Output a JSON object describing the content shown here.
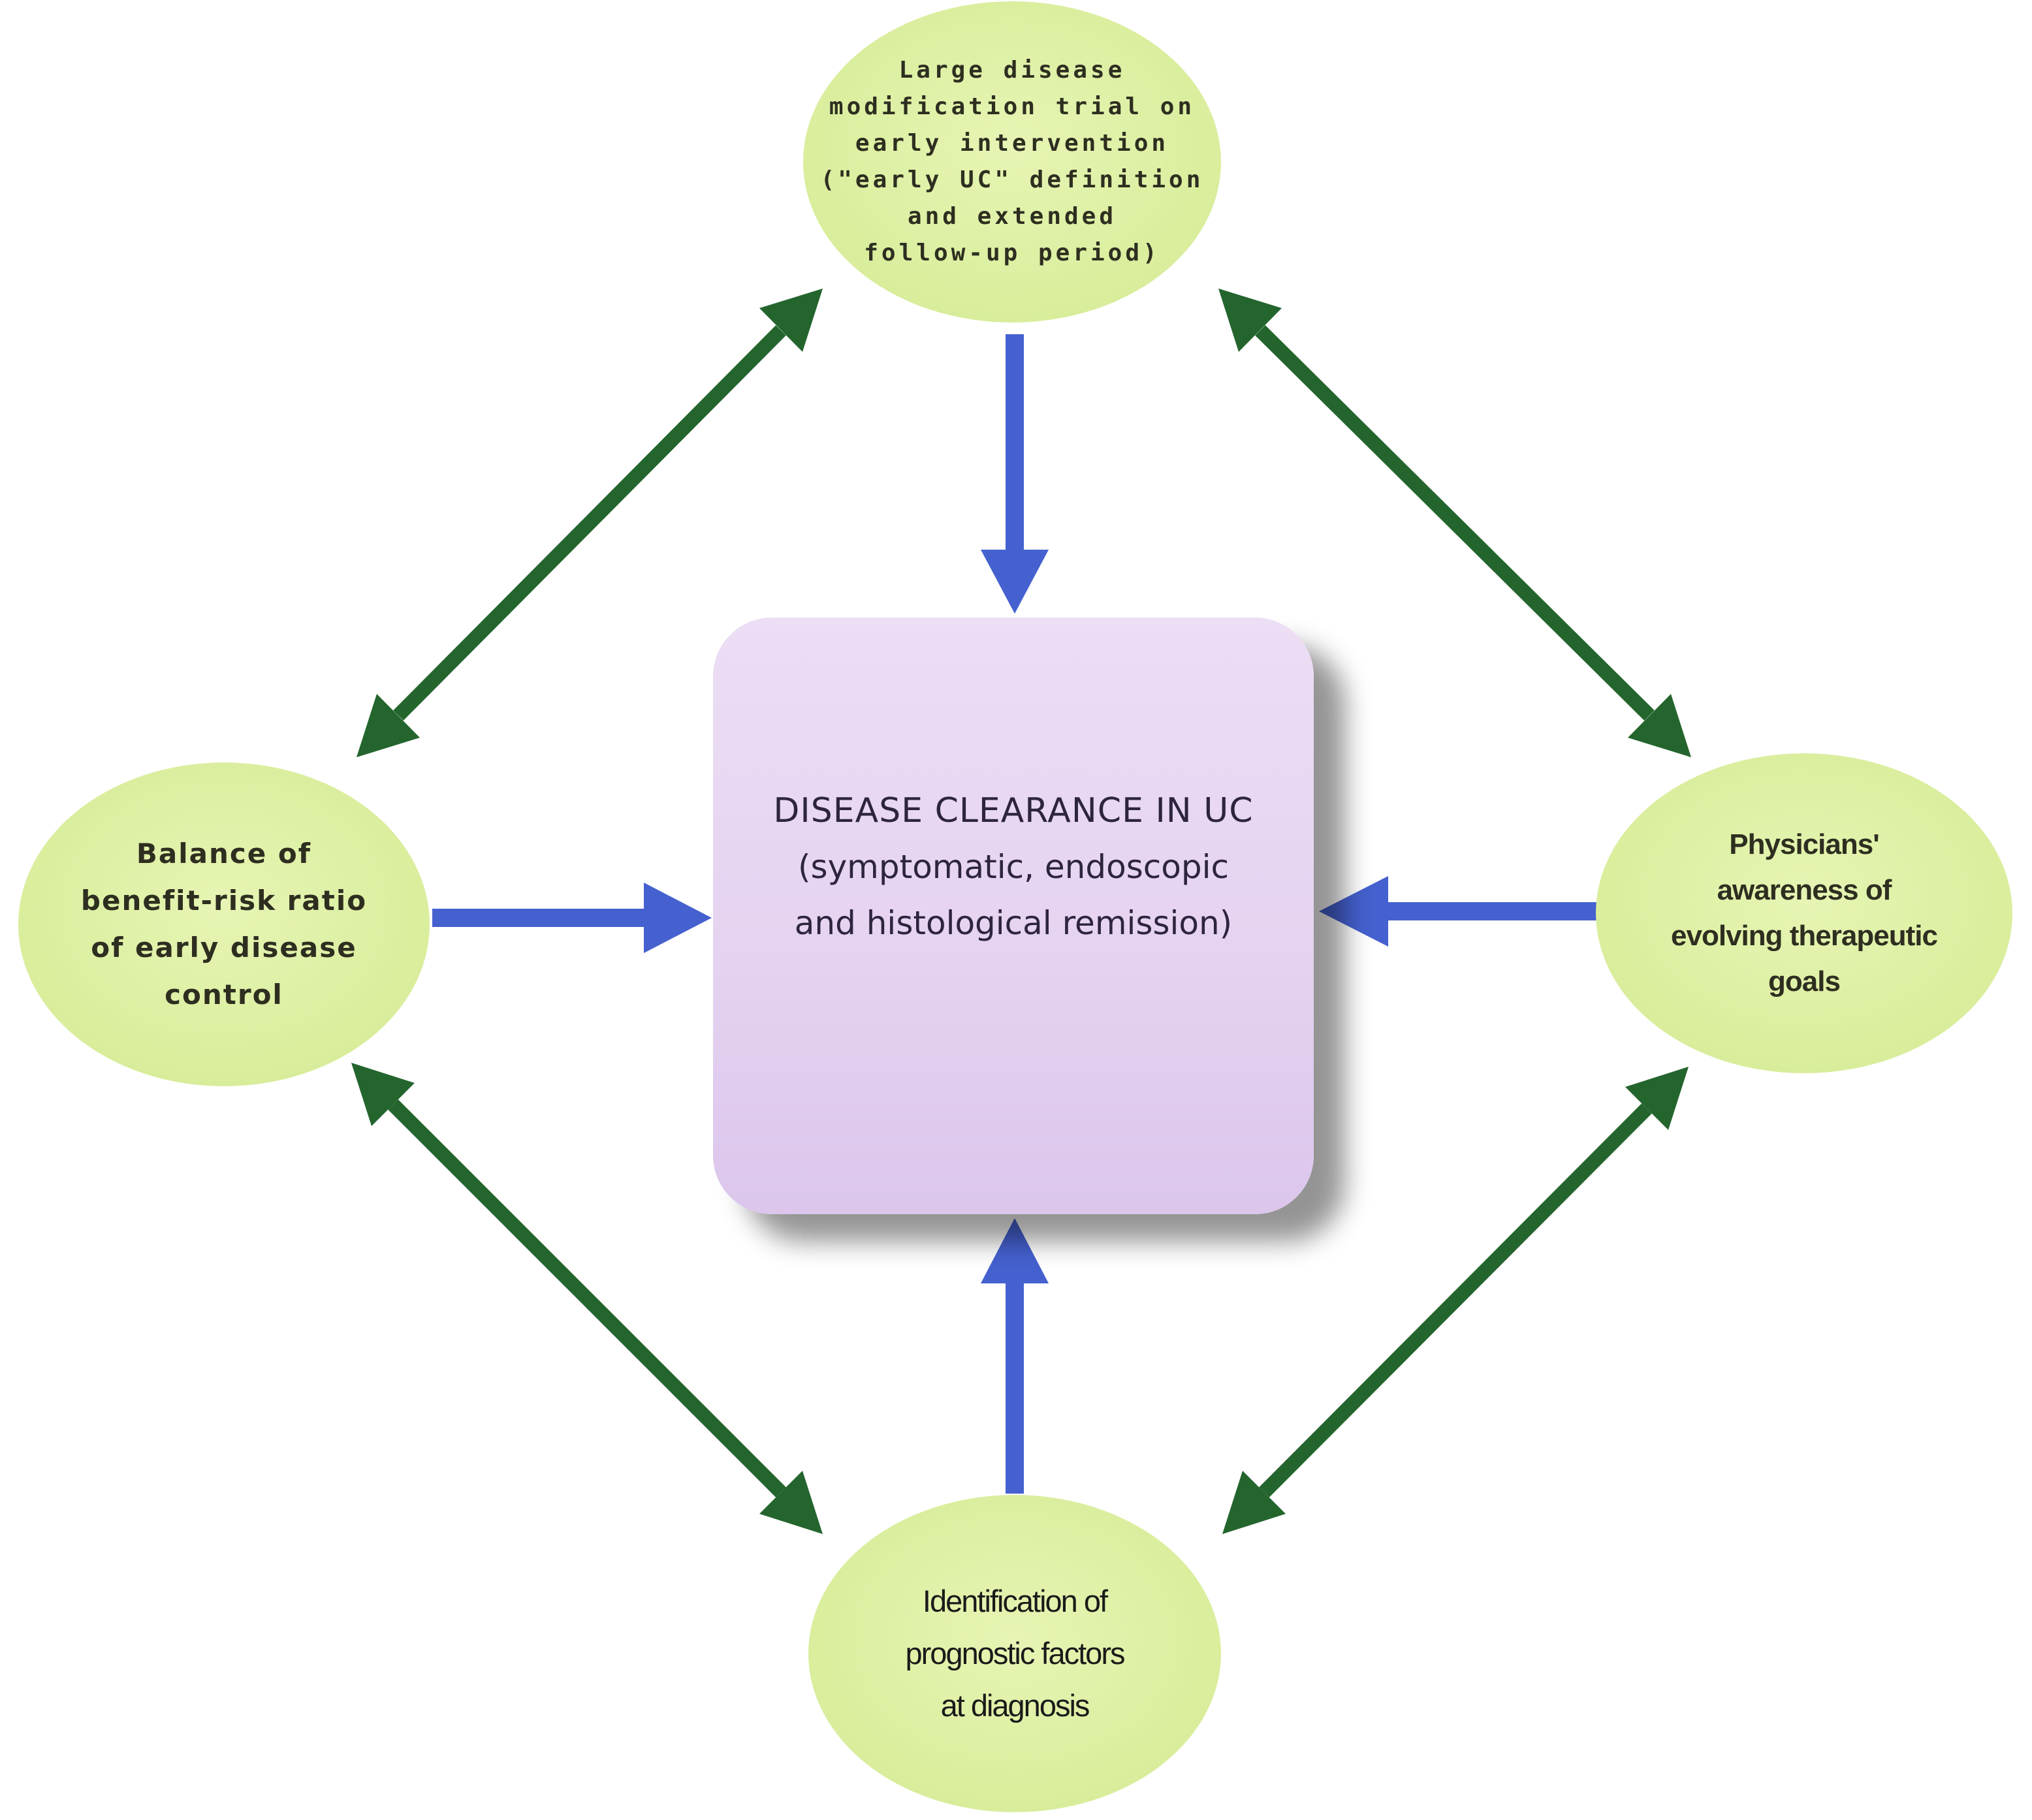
{
  "center": {
    "title": "DISEASE CLEARANCE IN UC",
    "subtitle": "(symptomatic, endoscopic\nand histological remission)"
  },
  "nodes": {
    "top": {
      "text": "Large disease\nmodification trial on\nearly intervention\n(\"early UC\" definition\nand extended\nfollow-up period)"
    },
    "left": {
      "text": "Balance of\nbenefit-risk ratio\nof early disease\ncontrol"
    },
    "right": {
      "text": "Physicians'\nawareness of\nevolving therapeutic\ngoals"
    },
    "bottom": {
      "text": "Identification of\nprognostic factors\nat diagnosis"
    }
  },
  "colors": {
    "node_fill": "#dff0a8",
    "center_fill": "#e6d5f2",
    "blue_arrow": "#4561cf",
    "green_arrow": "#24652e"
  }
}
